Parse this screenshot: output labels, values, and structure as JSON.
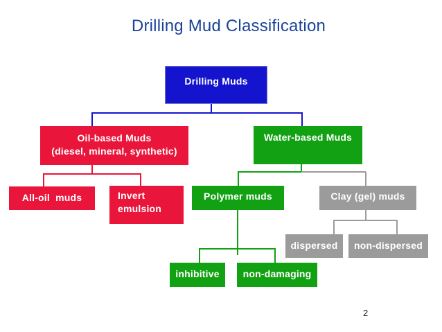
{
  "slide": {
    "title": "Drilling Mud Classification",
    "page_number": "2"
  },
  "colors": {
    "title_text": "#1a4399",
    "node_blue": "#1414cf",
    "node_red": "#e9153a",
    "node_green": "#12a112",
    "node_gray": "#9b9b9b",
    "node_text": "#ffffff",
    "background": "#ffffff"
  },
  "nodes": {
    "drilling_muds": {
      "label": "Drilling Muds"
    },
    "oil_based": {
      "label": "Oil-based Muds\n(diesel, mineral, synthetic)"
    },
    "water_based": {
      "label": "Water-based Muds"
    },
    "all_oil": {
      "label": "All-oil  muds"
    },
    "invert_emulsion": {
      "label": "Invert\nemulsion"
    },
    "polymer": {
      "label": "Polymer muds"
    },
    "clay": {
      "label": "Clay (gel) muds"
    },
    "inhibitive": {
      "label": "inhibitive"
    },
    "non_damaging": {
      "label": "non-damaging"
    },
    "dispersed": {
      "label": "dispersed"
    },
    "non_dispersed": {
      "label": "non-dispersed"
    }
  }
}
